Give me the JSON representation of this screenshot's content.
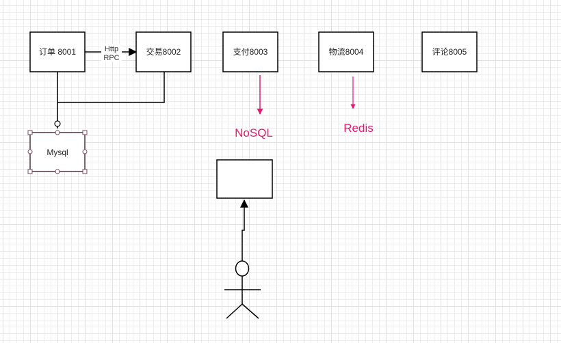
{
  "diagram": {
    "nodes": {
      "order": "订单 8001",
      "trade": "交易8002",
      "pay": "支付8003",
      "logistics": "物流8004",
      "review": "评论8005",
      "mysql": "Mysql"
    },
    "edge_labels": {
      "http": "Http",
      "rpc": "RPC"
    },
    "annotations": {
      "nosql": "NoSQL",
      "redis": "Redis"
    },
    "colors": {
      "annotation": "#e8196f",
      "stroke": "#000000",
      "selection": "#7a4a5a"
    }
  }
}
